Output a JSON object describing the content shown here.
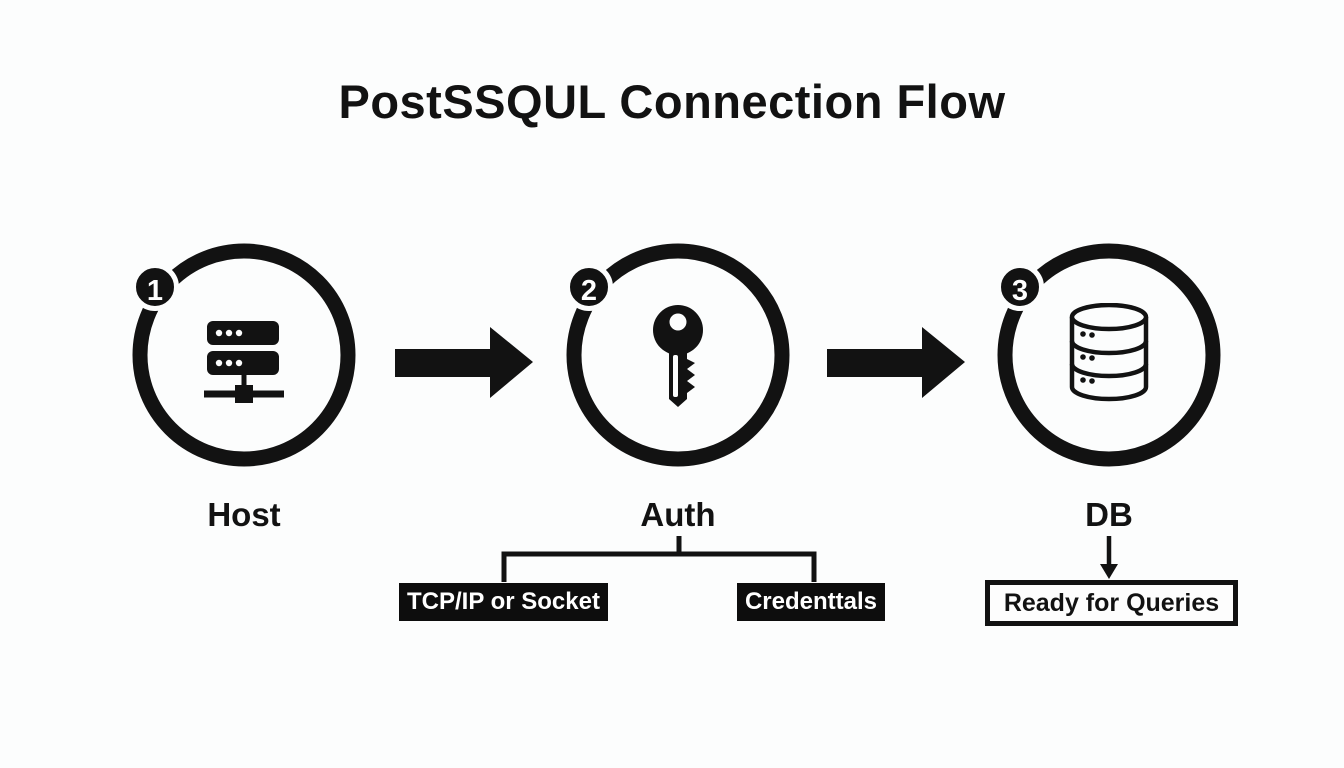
{
  "title": "PostSSQUL Connection Flow",
  "colors": {
    "ink": "#121212",
    "background": "#fcfdfd",
    "branch_box_fill": "#0d0d0d",
    "branch_box_text": "#ffffff"
  },
  "nodes": [
    {
      "number": "1",
      "label": "Host",
      "icon": "server-icon"
    },
    {
      "number": "2",
      "label": "Auth",
      "icon": "key-icon"
    },
    {
      "number": "3",
      "label": "DB",
      "icon": "database-icon"
    }
  ],
  "auth_branches": [
    {
      "label": "TCP/IP or Socket"
    },
    {
      "label": "Credenttals"
    }
  ],
  "db_result": {
    "label": "Ready for Queries"
  }
}
